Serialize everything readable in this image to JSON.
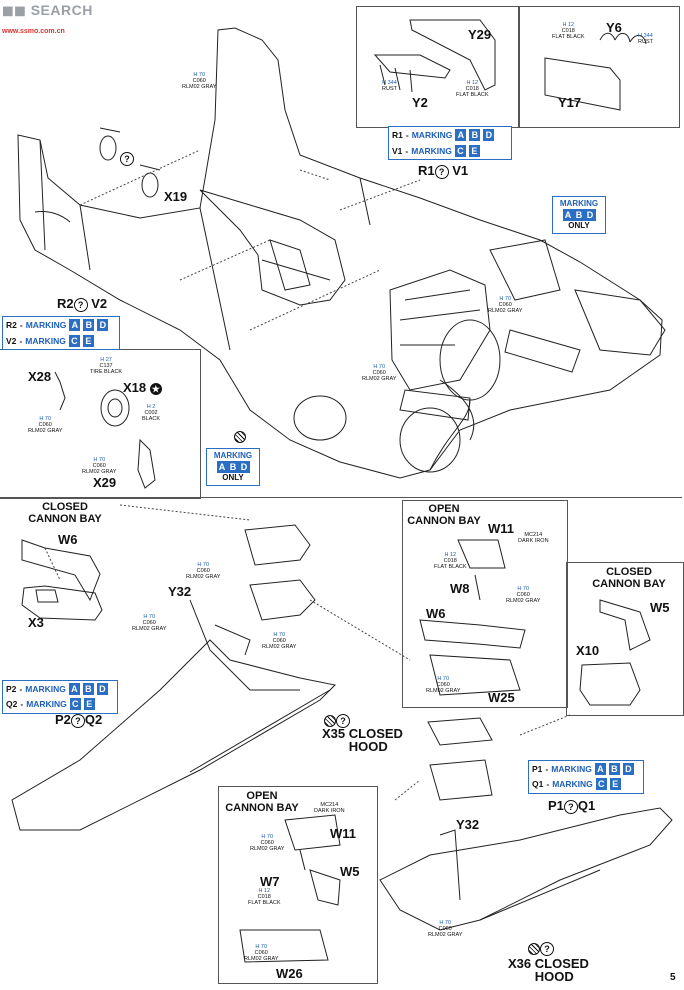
{
  "watermark": {
    "brand": "SEARCH",
    "url": "www.ssmo.com.cn"
  },
  "page_number": "5",
  "parts": {
    "y29": "Y29",
    "y2": "Y2",
    "y6": "Y6",
    "y17": "Y17",
    "x19": "X19",
    "x28": "X28",
    "x18": "X18",
    "x29": "X29",
    "r1v1_left": "R1",
    "r1v1_right": "V1",
    "r2v2_left": "R2",
    "r2v2_right": "V2",
    "w6": "W6",
    "x3": "X3",
    "y32": "Y32",
    "w11": "W11",
    "w8": "W8",
    "w25": "W25",
    "w5": "W5",
    "x10": "X10",
    "p2": "P2",
    "q2": "Q2",
    "p1": "P1",
    "q1": "Q1",
    "w7": "W7",
    "w26": "W26",
    "x35": "X35",
    "x36": "X36"
  },
  "captions": {
    "closed_bay_1": "CLOSED\nCANNON BAY",
    "closed_bay_2": "CLOSED\nCANNON BAY",
    "open_bay_1": "OPEN\nCANNON BAY",
    "open_bay_2": "OPEN\nCANNON BAY",
    "closed_hood": "CLOSED\nHOOD"
  },
  "marking_word": "MARKING",
  "only_word": "ONLY",
  "markings": {
    "r1": {
      "code": "R1",
      "letters": [
        "A",
        "B",
        "D"
      ]
    },
    "v1": {
      "code": "V1",
      "letters": [
        "C",
        "E"
      ]
    },
    "r2": {
      "code": "R2",
      "letters": [
        "A",
        "B",
        "D"
      ]
    },
    "v2": {
      "code": "V2",
      "letters": [
        "C",
        "E"
      ]
    },
    "p2": {
      "code": "P2",
      "letters": [
        "A",
        "B",
        "D"
      ]
    },
    "q2": {
      "code": "Q2",
      "letters": [
        "C",
        "E"
      ]
    },
    "p1": {
      "code": "P1",
      "letters": [
        "A",
        "B",
        "D"
      ]
    },
    "q1": {
      "code": "Q1",
      "letters": [
        "C",
        "E"
      ]
    },
    "only_upper": [
      "A",
      "B",
      "D"
    ],
    "only_lower": [
      "A",
      "B",
      "D"
    ]
  },
  "paints": {
    "h70": {
      "hcode": "H 70",
      "ccode": "C060",
      "name": "RLM02 GRAY"
    },
    "h344": {
      "hcode": "H 344",
      "ccode": "",
      "name": "RUST"
    },
    "h12": {
      "hcode": "H 12",
      "ccode": "C018",
      "name": "FLAT BLACK"
    },
    "h27": {
      "hcode": "H 27",
      "ccode": "C137",
      "name": "TIRE BLACK"
    },
    "h2": {
      "hcode": "H 2",
      "ccode": "C002",
      "name": "BLACK"
    },
    "mc214": {
      "hcode": "",
      "ccode": "MC214",
      "name": "DARK IRON"
    }
  }
}
